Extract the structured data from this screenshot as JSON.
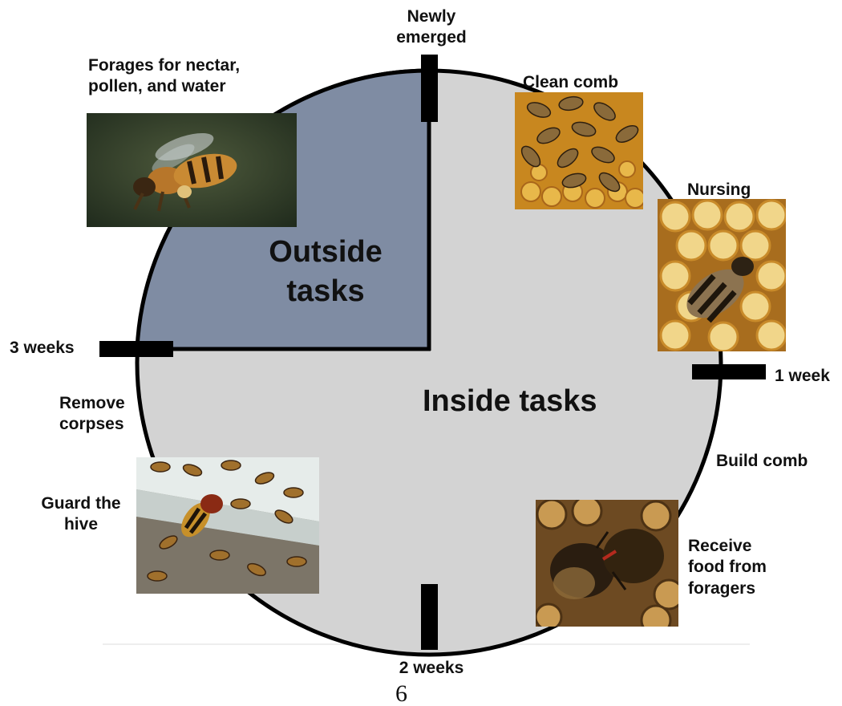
{
  "diagram": {
    "center_label": "Inside tasks",
    "quadrant_label": "Outside\ntasks",
    "colors": {
      "inside_fill": "#d3d3d3",
      "outside_fill": "#7f8ca3",
      "outline": "#000000"
    },
    "milestones": {
      "top": "Newly\nemerged",
      "right": "1 week",
      "bottom": "2 weeks",
      "left": "3 weeks"
    },
    "tasks": {
      "forage": "Forages for nectar,\npollen, and water",
      "clean_comb": "Clean comb",
      "nursing": "Nursing",
      "build_comb": "Build comb",
      "receive_food": "Receive\nfood from\nforagers",
      "guard": "Guard the\nhive",
      "remove_corpses": "Remove\ncorpses"
    },
    "photos": {
      "forage": "photo-flying-bee",
      "clean_comb": "photo-bees-on-honeycomb",
      "nursing": "photo-bee-in-brood-cells",
      "receive_food": "photo-bees-trophallaxis",
      "guard": "photo-hornet-at-hive-entrance"
    }
  },
  "footer": {
    "page_number": "6"
  }
}
